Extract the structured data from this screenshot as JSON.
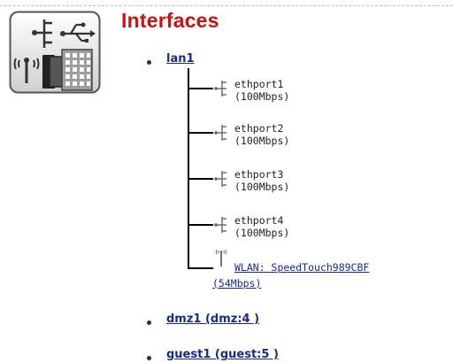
{
  "header": {
    "title": "Interfaces"
  },
  "interfaces": {
    "lan": {
      "label": "lan1",
      "ports": [
        {
          "name": "ethport1",
          "speed": "(100Mbps)"
        },
        {
          "name": "ethport2",
          "speed": "(100Mbps)"
        },
        {
          "name": "ethport3",
          "speed": "(100Mbps)"
        },
        {
          "name": "ethport4",
          "speed": "(100Mbps)"
        }
      ],
      "wlan": {
        "label": "WLAN: SpeedTouch989CBF",
        "speed": "(54Mbps)"
      }
    },
    "dmz": {
      "label": "dmz1 (dmz:4 )"
    },
    "guest": {
      "label": "guest1 (guest:5 )"
    }
  },
  "icons": {
    "logo": "network-interfaces-icon",
    "port": "ethernet-port-icon",
    "wlan": "wireless-antenna-icon"
  },
  "colors": {
    "title": "#cc1111",
    "link": "#1a2a8c",
    "bullet": "#1a2f6e"
  }
}
